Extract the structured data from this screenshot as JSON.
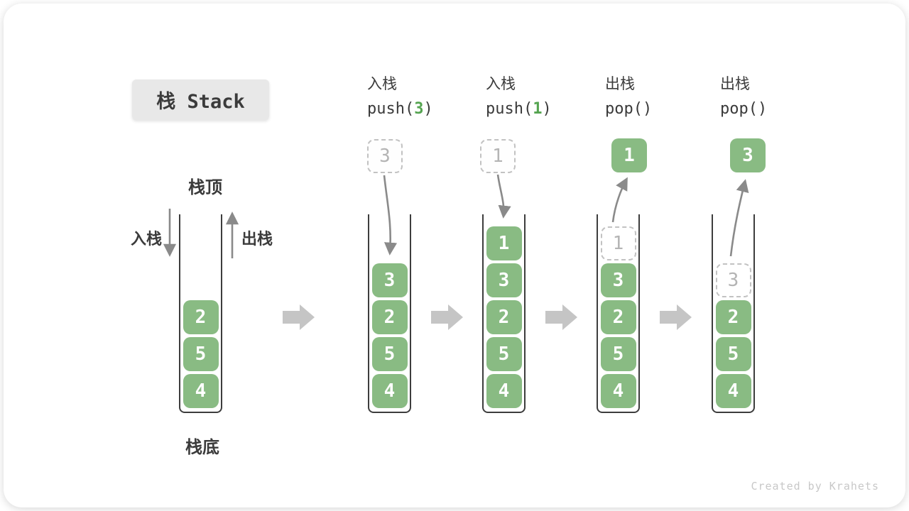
{
  "title": {
    "text": "栈 Stack"
  },
  "stack_labels": {
    "top": "栈顶",
    "bottom": "栈底",
    "push": "入栈",
    "pop": "出栈"
  },
  "operations": [
    {
      "name": "入栈",
      "code_open": "push(",
      "code_arg": "3",
      "code_close": ")",
      "float_value": "3",
      "float_style": "ghost"
    },
    {
      "name": "入栈",
      "code_open": "push(",
      "code_arg": "1",
      "code_close": ")",
      "float_value": "1",
      "float_style": "ghost"
    },
    {
      "name": "出栈",
      "code_open": "pop()",
      "code_arg": "",
      "code_close": "",
      "float_value": "1",
      "float_style": "solid"
    },
    {
      "name": "出栈",
      "code_open": "pop()",
      "code_arg": "",
      "code_close": "",
      "float_value": "3",
      "float_style": "solid"
    }
  ],
  "stacks": [
    {
      "blocks": [
        {
          "value": "2"
        },
        {
          "value": "5"
        },
        {
          "value": "4"
        }
      ]
    },
    {
      "blocks": [
        {
          "value": "3"
        },
        {
          "value": "2"
        },
        {
          "value": "5"
        },
        {
          "value": "4"
        }
      ]
    },
    {
      "blocks": [
        {
          "value": "1"
        },
        {
          "value": "3"
        },
        {
          "value": "2"
        },
        {
          "value": "5"
        },
        {
          "value": "4"
        }
      ]
    },
    {
      "blocks": [
        {
          "value": "1",
          "ghost": true
        },
        {
          "value": "3"
        },
        {
          "value": "2"
        },
        {
          "value": "5"
        },
        {
          "value": "4"
        }
      ]
    },
    {
      "blocks": [
        {
          "value": "3",
          "ghost": true
        },
        {
          "value": "2"
        },
        {
          "value": "5"
        },
        {
          "value": "4"
        }
      ]
    }
  ],
  "colors": {
    "block_green": "#89bb83",
    "code_arg_green": "#55a450",
    "label_dark": "#3b3b3b",
    "thin_arrow_gray": "#8a8a8a",
    "step_arrow_gray": "#c5c5c5",
    "ghost_gray": "#c2c2c2",
    "title_bg": "#e8e8e8",
    "watermark_gray": "#c8c8c8"
  },
  "page": {
    "watermark": "Created by Krahets"
  }
}
